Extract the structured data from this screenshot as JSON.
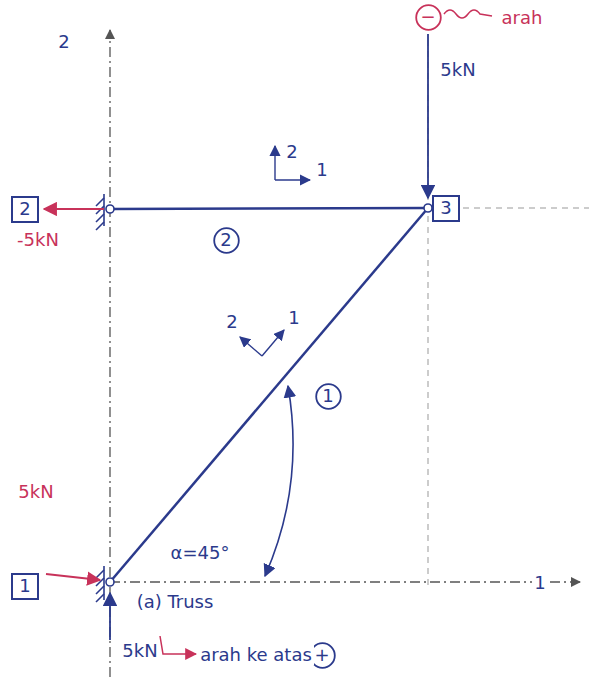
{
  "diagram": {
    "caption": "(a) Truss",
    "nodes": [
      {
        "text": [
          "−"
        ]
      },
      {
        "text": [
          "2"
        ]
      },
      {
        "text": [
          "3"
        ]
      },
      {
        "text": [
          "2"
        ]
      },
      {
        "text": [
          "1"
        ]
      },
      {
        "text": [
          "1"
        ]
      },
      {
        "text": [
          "+"
        ]
      }
    ],
    "labels": [
      "2",
      "arah",
      "5kN",
      "-5kN",
      "2",
      "1",
      "2",
      "1",
      "α=45°",
      "5kN",
      "1",
      "5kN",
      "arah ke atas"
    ]
  }
}
